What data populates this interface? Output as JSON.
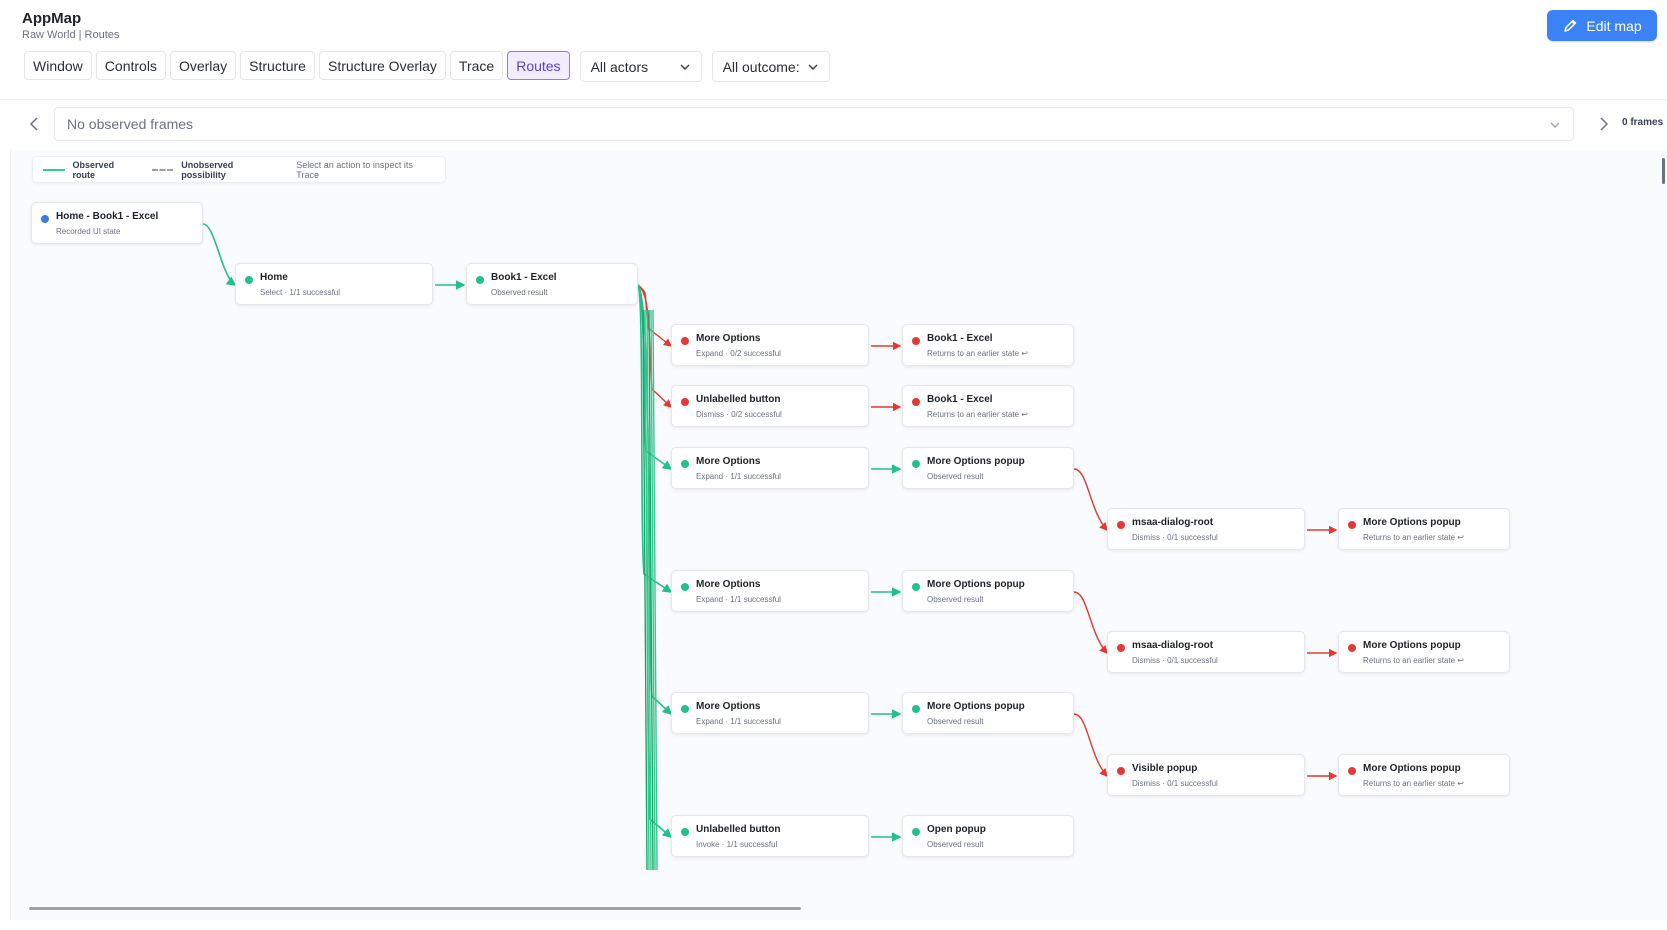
{
  "app": {
    "title": "AppMap",
    "subtitle": "Raw World | Routes",
    "edit_label": "Edit map"
  },
  "tabs": [
    "Window",
    "Controls",
    "Overlay",
    "Structure",
    "Structure Overlay",
    "Trace",
    "Routes"
  ],
  "active_tab": "Routes",
  "filters": {
    "actors": "All actors",
    "outcomes": "All outcome:"
  },
  "frames": {
    "selected": "No observed frames",
    "count": "0 frames"
  },
  "legend": {
    "observed": "Observed route",
    "unobserved": "Unobserved possibility",
    "hint": "Select an action to inspect its Trace"
  },
  "colors": {
    "accent": "#3b82f6",
    "tab_active": "#5b3fd6",
    "success": "#22c08a",
    "failure": "#e53935",
    "origin": "#3b7ddd"
  },
  "nodes": [
    {
      "id": "root",
      "title": "Home - Book1 - Excel",
      "sub": "Recorded UI state",
      "status": "origin"
    },
    {
      "id": "home",
      "title": "Home",
      "sub": "Select · 1/1 successful",
      "status": "success"
    },
    {
      "id": "book1",
      "title": "Book1 - Excel",
      "sub": "Observed result",
      "status": "success"
    },
    {
      "id": "mo1",
      "title": "More Options",
      "sub": "Expand · 0/2 successful",
      "status": "failure"
    },
    {
      "id": "mo1r",
      "title": "Book1 - Excel",
      "sub": "Returns to an earlier state ↩",
      "status": "failure"
    },
    {
      "id": "ub1",
      "title": "Unlabelled button",
      "sub": "Dismiss · 0/2 successful",
      "status": "failure"
    },
    {
      "id": "ub1r",
      "title": "Book1 - Excel",
      "sub": "Returns to an earlier state ↩",
      "status": "failure"
    },
    {
      "id": "mo2",
      "title": "More Options",
      "sub": "Expand · 1/1 successful",
      "status": "success"
    },
    {
      "id": "mo2r",
      "title": "More Options popup",
      "sub": "Observed result",
      "status": "success"
    },
    {
      "id": "dlg1",
      "title": "msaa-dialog-root",
      "sub": "Dismiss · 0/1 successful",
      "status": "failure"
    },
    {
      "id": "dlg1r",
      "title": "More Options popup",
      "sub": "Returns to an earlier state ↩",
      "status": "failure"
    },
    {
      "id": "mo3",
      "title": "More Options",
      "sub": "Expand · 1/1 successful",
      "status": "success"
    },
    {
      "id": "mo3r",
      "title": "More Options popup",
      "sub": "Observed result",
      "status": "success"
    },
    {
      "id": "dlg2",
      "title": "msaa-dialog-root",
      "sub": "Dismiss · 0/1 successful",
      "status": "failure"
    },
    {
      "id": "dlg2r",
      "title": "More Options popup",
      "sub": "Returns to an earlier state ↩",
      "status": "failure"
    },
    {
      "id": "mo4",
      "title": "More Options",
      "sub": "Expand · 1/1 successful",
      "status": "success"
    },
    {
      "id": "mo4r",
      "title": "More Options popup",
      "sub": "Observed result",
      "status": "success"
    },
    {
      "id": "vp",
      "title": "Visible popup",
      "sub": "Dismiss · 0/1 successful",
      "status": "failure"
    },
    {
      "id": "vpr",
      "title": "More Options popup",
      "sub": "Returns to an earlier state ↩",
      "status": "failure"
    },
    {
      "id": "ub2",
      "title": "Unlabelled button",
      "sub": "Invoke · 1/1 successful",
      "status": "success"
    },
    {
      "id": "ub2r",
      "title": "Open popup",
      "sub": "Observed result",
      "status": "success"
    }
  ],
  "edges": [
    {
      "from": "root",
      "to": "home",
      "status": "success"
    },
    {
      "from": "home",
      "to": "book1",
      "status": "success"
    },
    {
      "from": "book1",
      "to": "mo1",
      "status": "failure"
    },
    {
      "from": "mo1",
      "to": "mo1r",
      "status": "failure"
    },
    {
      "from": "book1",
      "to": "ub1",
      "status": "failure"
    },
    {
      "from": "ub1",
      "to": "ub1r",
      "status": "failure"
    },
    {
      "from": "book1",
      "to": "mo2",
      "status": "success"
    },
    {
      "from": "mo2",
      "to": "mo2r",
      "status": "success"
    },
    {
      "from": "mo2r",
      "to": "dlg1",
      "status": "failure"
    },
    {
      "from": "dlg1",
      "to": "dlg1r",
      "status": "failure"
    },
    {
      "from": "book1",
      "to": "mo3",
      "status": "success"
    },
    {
      "from": "mo3",
      "to": "mo3r",
      "status": "success"
    },
    {
      "from": "mo3r",
      "to": "dlg2",
      "status": "failure"
    },
    {
      "from": "dlg2",
      "to": "dlg2r",
      "status": "failure"
    },
    {
      "from": "book1",
      "to": "mo4",
      "status": "success"
    },
    {
      "from": "mo4",
      "to": "mo4r",
      "status": "success"
    },
    {
      "from": "mo4r",
      "to": "vp",
      "status": "failure"
    },
    {
      "from": "vp",
      "to": "vpr",
      "status": "failure"
    },
    {
      "from": "book1",
      "to": "ub2",
      "status": "success"
    },
    {
      "from": "ub2",
      "to": "ub2r",
      "status": "success"
    }
  ]
}
